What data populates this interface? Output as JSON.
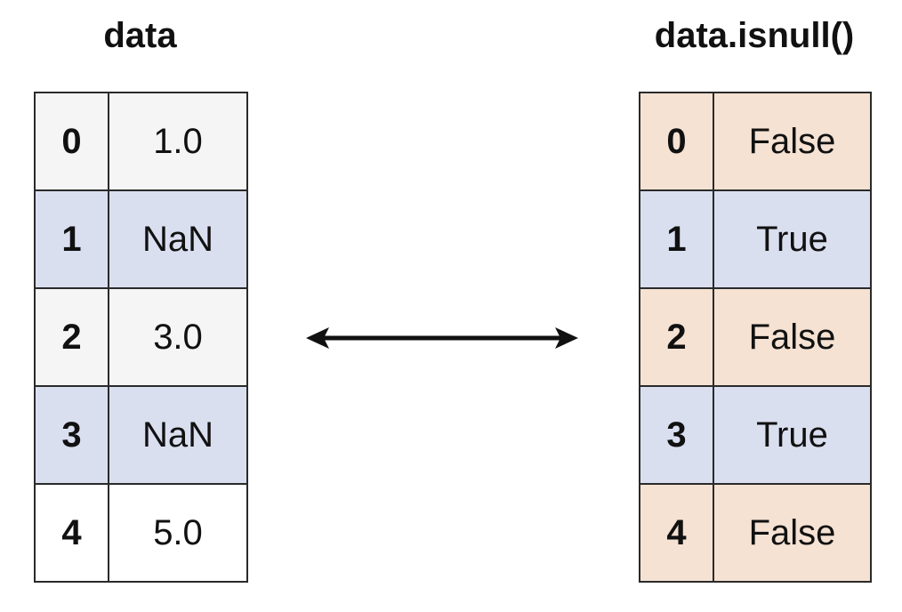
{
  "left_title": "data",
  "right_title": "data.isnull()",
  "left_rows": [
    {
      "index": "0",
      "value": "1.0",
      "fill": "#f5f5f5"
    },
    {
      "index": "1",
      "value": "NaN",
      "fill": "#dadff0"
    },
    {
      "index": "2",
      "value": "3.0",
      "fill": "#f5f5f5"
    },
    {
      "index": "3",
      "value": "NaN",
      "fill": "#dadff0"
    },
    {
      "index": "4",
      "value": "5.0",
      "fill": "#ffffff"
    }
  ],
  "right_rows": [
    {
      "index": "0",
      "value": "False",
      "fill": "#f5e2d3"
    },
    {
      "index": "1",
      "value": "True",
      "fill": "#dadff0"
    },
    {
      "index": "2",
      "value": "False",
      "fill": "#f5e2d3"
    },
    {
      "index": "3",
      "value": "True",
      "fill": "#dadff0"
    },
    {
      "index": "4",
      "value": "False",
      "fill": "#f5e2d3"
    }
  ],
  "arrow": {
    "direction": "bidirectional",
    "color": "#111111"
  }
}
